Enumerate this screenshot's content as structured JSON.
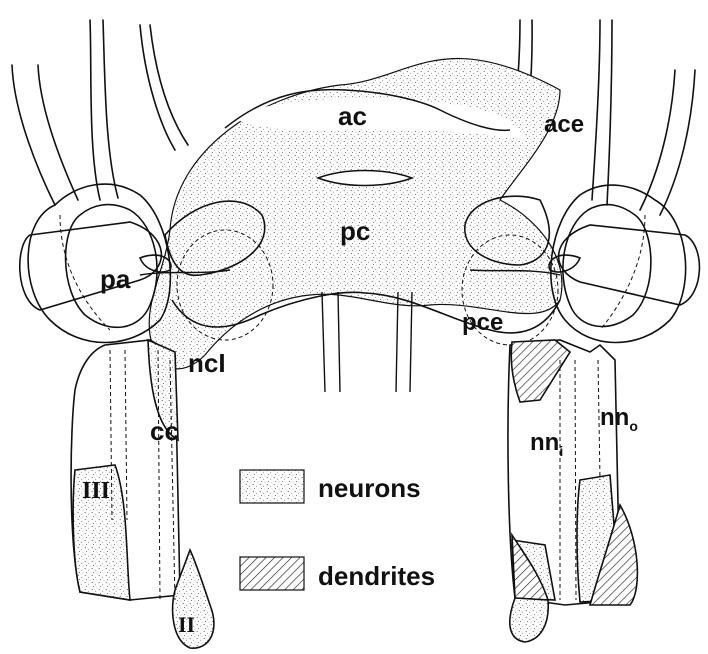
{
  "labels": {
    "ac": "ac",
    "ace": "ace",
    "pc": "pc",
    "pa": "pa",
    "pce": "pce",
    "ncl": "ncI",
    "cc": "cc",
    "nn_i": "nn",
    "nn_i_sub": "i",
    "nn_o": "nn",
    "nn_o_sub": "o",
    "roman_three": "III",
    "roman_two": "II"
  },
  "legend": {
    "neurons_label": "neurons",
    "dendrites_label": "dendrites"
  },
  "colors": {
    "ink": "#111111",
    "stipple": "#7a7a7a",
    "paper": "#ffffff"
  }
}
